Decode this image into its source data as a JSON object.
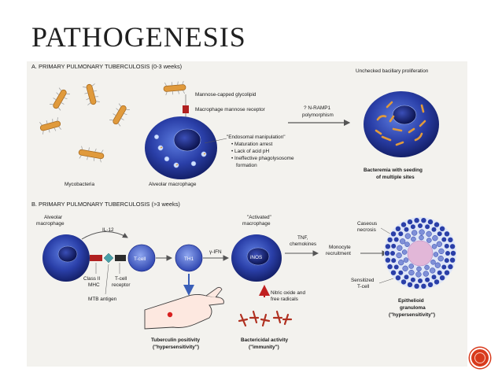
{
  "slide": {
    "title": "PATHOGENESIS"
  },
  "panel_a": {
    "heading": "A. PRIMARY PULMONARY TUBERCULOSIS (0-3 weeks)",
    "mannose_glycolipid": "Mannose-capped glycolipid",
    "mannose_receptor": "Macrophage mannose receptor",
    "nramp_line1": "? N-RAMP1",
    "nramp_line2": "polymorphism",
    "unchecked": "Unchecked bacillary proliferation",
    "endosomal": "\"Endosomal manipulation\"",
    "bullet1": "• Maturation arrest",
    "bullet2": "• Lack of acid pH",
    "bullet3": "• Ineffective phagolysosome",
    "bullet3b": "formation",
    "mycobacteria": "Mycobacteria",
    "alveolar_macrophage": "Alveolar macrophage",
    "bacteremia_line1": "Bacteremia with seeding",
    "bacteremia_line2": "of multiple sites"
  },
  "panel_b": {
    "heading": "B. PRIMARY PULMONARY TUBERCULOSIS (>3 weeks)",
    "alveolar_line1": "Alveolar",
    "alveolar_line2": "macrophage",
    "il12": "IL-12",
    "tcell": "T-cell",
    "th1": "TH1",
    "ifn": "γ-IFN",
    "activated_line1": "\"Activated\"",
    "activated_line2": "macrophage",
    "inos": "iNOS",
    "tnf_line1": "TNF,",
    "tnf_line2": "chemokines",
    "monocyte_line1": "Monocyte",
    "monocyte_line2": "recruitment",
    "caseous_line1": "Caseous",
    "caseous_line2": "necrosis",
    "class2_line1": "Class II",
    "class2_line2": "MHC",
    "tcr_line1": "T-cell",
    "tcr_line2": "receptor",
    "mtb_antigen": "MTB antigen",
    "nitric_line1": "Nitric oxide and",
    "nitric_line2": "free radicals",
    "sensitized_line1": "Sensitized",
    "sensitized_line2": "T-cell",
    "epithelioid_line1": "Epithelioid",
    "epithelioid_line2": "granuloma",
    "epithelioid_line3": "(\"hypersensitivity\")",
    "tuberculin_line1": "Tuberculin positivity",
    "tuberculin_line2": "(\"hypersensitivity\")",
    "bactericidal_line1": "Bactericidal activity",
    "bactericidal_line2": "(\"immunity\")"
  },
  "colors": {
    "cell_blue": "#2a3fa8",
    "bacillus_orange": "#e09a3c",
    "receptor_red": "#b02020",
    "nav_button": "#d83a1c"
  }
}
